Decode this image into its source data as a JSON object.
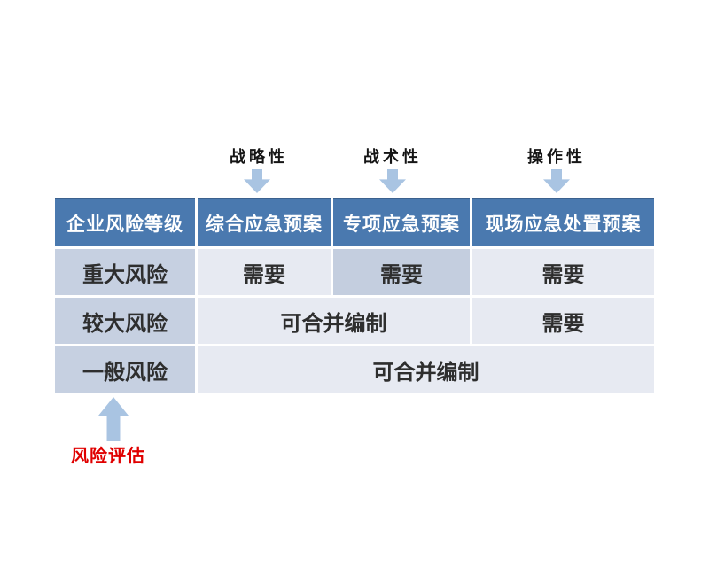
{
  "top_labels": [
    {
      "label": "战略性",
      "icon": "down-arrow-icon"
    },
    {
      "label": "战术性",
      "icon": "down-arrow-icon"
    },
    {
      "label": "操作性",
      "icon": "down-arrow-icon"
    }
  ],
  "table": {
    "header": [
      "企业风险等级",
      "综合应急预案",
      "专项应急预案",
      "现场应急处置预案"
    ],
    "rows": [
      {
        "level": "重大风险",
        "cells": [
          {
            "text": "需要",
            "span": 1,
            "emphasis": false
          },
          {
            "text": "需要",
            "span": 1,
            "emphasis": true
          },
          {
            "text": "需要",
            "span": 1,
            "emphasis": false
          }
        ]
      },
      {
        "level": "较大风险",
        "cells": [
          {
            "text": "可合并编制",
            "span": 2,
            "emphasis": false
          },
          {
            "text": "需要",
            "span": 1,
            "emphasis": false
          }
        ]
      },
      {
        "level": "一般风险",
        "cells": [
          {
            "text": "可合并编制",
            "span": 3,
            "emphasis": false
          }
        ]
      }
    ]
  },
  "annotation": {
    "label": "风险评估",
    "icon": "up-arrow-icon"
  },
  "colors": {
    "header_bg": "#4a79af",
    "header_edge": "#3c618e",
    "row_header_bg": "#c6d0e1",
    "cell_bg": "#e7eaf2",
    "cell_emphasis_bg": "#c4cedf",
    "arrow": "#a9c4e2",
    "annotation_red": "#e00000",
    "body_text": "#2e2e2e"
  }
}
